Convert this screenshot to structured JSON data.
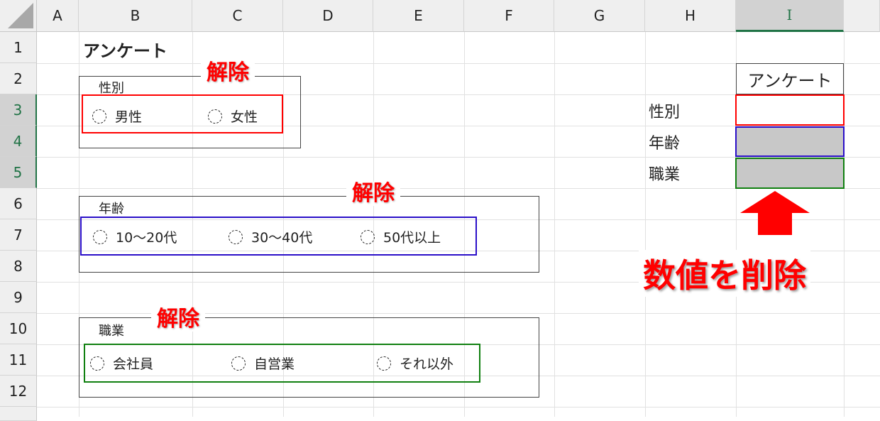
{
  "columns": [
    "A",
    "B",
    "C",
    "D",
    "E",
    "F",
    "G",
    "H",
    "I"
  ],
  "rows": [
    "1",
    "2",
    "3",
    "4",
    "5",
    "6",
    "7",
    "8",
    "9",
    "10",
    "11",
    "12"
  ],
  "title": "アンケート",
  "groups": {
    "gender": {
      "label": "性別",
      "options": [
        "男性",
        "女性"
      ]
    },
    "age": {
      "label": "年齢",
      "options": [
        "10～20代",
        "30～40代",
        "50代以上"
      ]
    },
    "job": {
      "label": "職業",
      "options": [
        "会社員",
        "自営業",
        "それ以外"
      ]
    }
  },
  "release_label": "解除",
  "table": {
    "header": "アンケート",
    "labels": [
      "性別",
      "年齢",
      "職業"
    ]
  },
  "annotation": "数値を削除",
  "colors": {
    "red": "#ff0000",
    "blue": "#2a0fc8",
    "green": "#108010",
    "cell_gray": "#c8c8c8",
    "excel_green": "#217346"
  }
}
